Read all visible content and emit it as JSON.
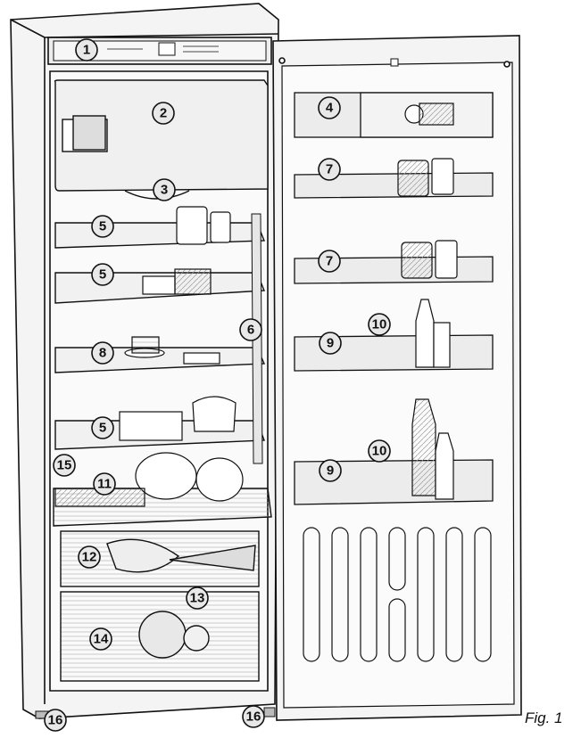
{
  "figure": {
    "caption": "Fig. 1",
    "callouts": [
      {
        "id": "c1",
        "label": "1"
      },
      {
        "id": "c2",
        "label": "2"
      },
      {
        "id": "c3",
        "label": "3"
      },
      {
        "id": "c4",
        "label": "4"
      },
      {
        "id": "c5a",
        "label": "5"
      },
      {
        "id": "c5b",
        "label": "5"
      },
      {
        "id": "c5c",
        "label": "5"
      },
      {
        "id": "c6",
        "label": "6"
      },
      {
        "id": "c7a",
        "label": "7"
      },
      {
        "id": "c7b",
        "label": "7"
      },
      {
        "id": "c8",
        "label": "8"
      },
      {
        "id": "c9a",
        "label": "9"
      },
      {
        "id": "c9b",
        "label": "9"
      },
      {
        "id": "c10a",
        "label": "10"
      },
      {
        "id": "c10b",
        "label": "10"
      },
      {
        "id": "c11",
        "label": "11"
      },
      {
        "id": "c12",
        "label": "12"
      },
      {
        "id": "c13",
        "label": "13"
      },
      {
        "id": "c14",
        "label": "14"
      },
      {
        "id": "c15",
        "label": "15"
      },
      {
        "id": "c16a",
        "label": "16"
      },
      {
        "id": "c16b",
        "label": "16"
      }
    ]
  }
}
